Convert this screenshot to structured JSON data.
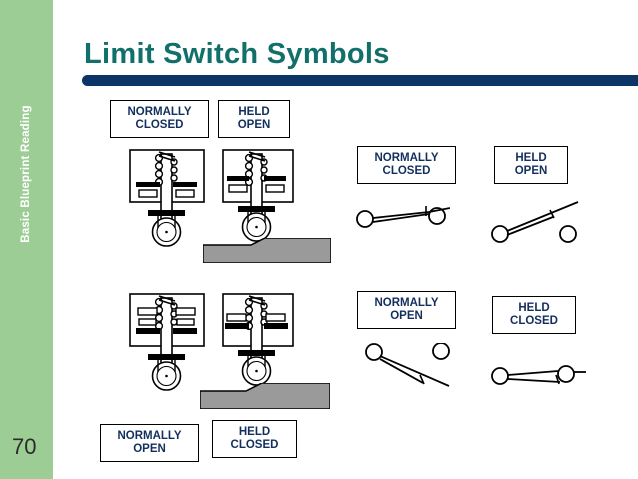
{
  "slide": {
    "title": "Limit Switch Symbols",
    "page_number": "70",
    "sidebar_text": "Basic Blueprint Reading",
    "colors": {
      "sidebar_green": "#9ccd94",
      "title_teal": "#12706a",
      "accent_navy": "#0b3566",
      "label_text_navy": "#132f5e",
      "ramp_gray": "#9a9a9a",
      "contact_black": "#000000",
      "background": "#ffffff"
    }
  },
  "labels": {
    "mech_top_left": {
      "line1": "NORMALLY",
      "line2": "CLOSED"
    },
    "mech_top_right": {
      "line1": "HELD",
      "line2": "OPEN"
    },
    "mech_bottom_left": {
      "line1": "NORMALLY",
      "line2": "OPEN"
    },
    "mech_bottom_right": {
      "line1": "HELD",
      "line2": "CLOSED"
    },
    "schem_top_left": {
      "line1": "NORMALLY",
      "line2": "CLOSED"
    },
    "schem_top_right": {
      "line1": "HELD",
      "line2": "OPEN"
    },
    "schem_bottom_left": {
      "line1": "NORMALLY",
      "line2": "OPEN"
    },
    "schem_bottom_right": {
      "line1": "HELD",
      "line2": "CLOSED"
    }
  },
  "diagrams": {
    "mech_switch_nc": {
      "name": "limit-switch-normally-closed",
      "state": "closed",
      "actuated": false,
      "has_ramp": false
    },
    "mech_switch_held_open": {
      "name": "limit-switch-held-open",
      "state": "open",
      "actuated": true,
      "has_ramp": true
    },
    "mech_switch_no": {
      "name": "limit-switch-normally-open",
      "state": "open",
      "actuated": false,
      "has_ramp": false
    },
    "mech_switch_held_closed": {
      "name": "limit-switch-held-closed",
      "state": "closed",
      "actuated": true,
      "has_ramp": true
    },
    "symbol_nc": {
      "name": "symbol-normally-closed",
      "description": "contact arm horizontal, touching both terminals"
    },
    "symbol_held_open": {
      "name": "symbol-held-open",
      "description": "contact arm lifted away from right terminal"
    },
    "symbol_no": {
      "name": "symbol-normally-open",
      "description": "contact arm angled down, away from right terminal"
    },
    "symbol_held_closed": {
      "name": "symbol-held-closed",
      "description": "contact arm horizontal, touching both terminals"
    }
  }
}
